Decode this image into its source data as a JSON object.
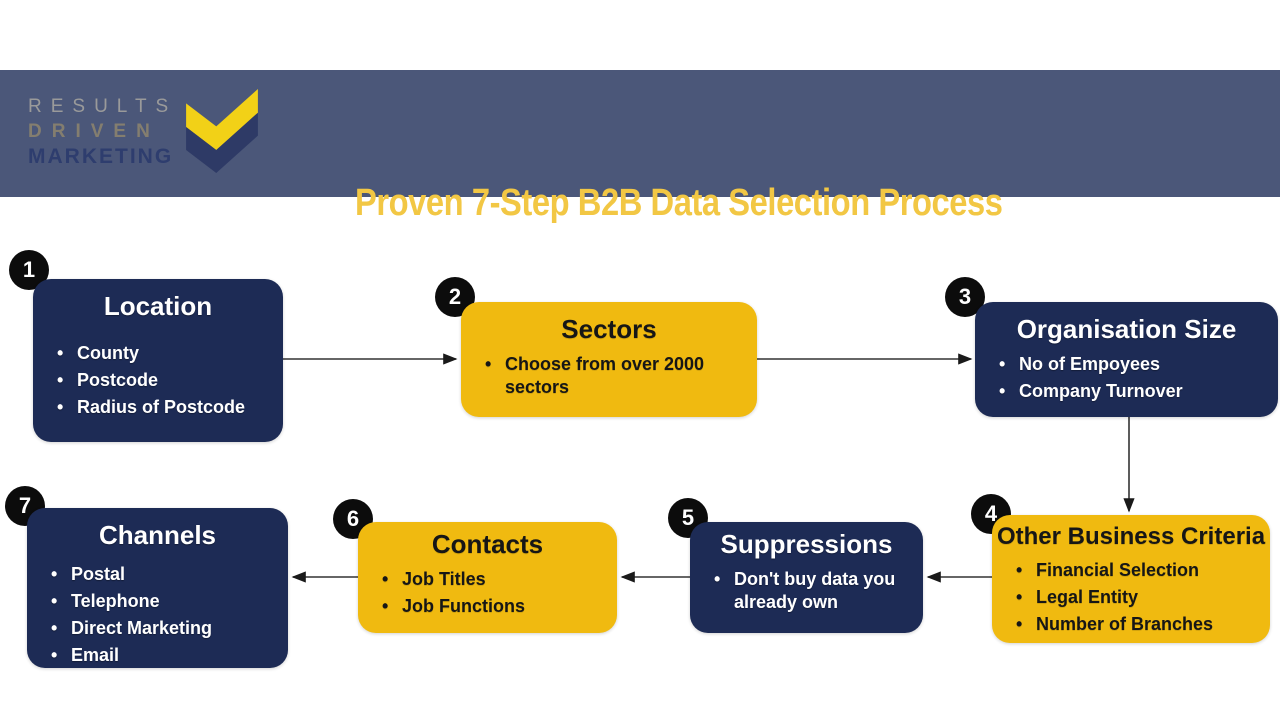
{
  "header": {
    "logo": {
      "line1": "RESULTS",
      "line2": "DRIVEN",
      "line3": "MARKETING",
      "icon": "double-chevron-icon"
    },
    "title": "Proven 7-Step B2B Data Selection Process"
  },
  "steps": [
    {
      "number": "1",
      "title": "Location",
      "bullets": [
        "County",
        "Postcode",
        "Radius of Postcode"
      ]
    },
    {
      "number": "2",
      "title": "Sectors",
      "bullets": [
        "Choose from over 2000 sectors"
      ]
    },
    {
      "number": "3",
      "title": "Organisation Size",
      "bullets": [
        "No of Empoyees",
        "Company Turnover"
      ]
    },
    {
      "number": "4",
      "title": "Other Business Criteria",
      "bullets": [
        "Financial Selection",
        "Legal Entity",
        "Number of Branches"
      ]
    },
    {
      "number": "5",
      "title": "Suppressions",
      "bullets": [
        "Don't buy data you already own"
      ]
    },
    {
      "number": "6",
      "title": "Contacts",
      "bullets": [
        "Job Titles",
        "Job Functions"
      ]
    },
    {
      "number": "7",
      "title": "Channels",
      "bullets": [
        "Postal",
        "Telephone",
        "Direct Marketing",
        "Email"
      ]
    }
  ],
  "colors": {
    "header_bg": "#4b5779",
    "title_yellow": "#f2c744",
    "navy_box": "#1d2b55",
    "yellow_box": "#f0ba10",
    "badge_black": "#0c0c0c",
    "logo_gray": "#9a9a9a",
    "logo_taupe": "#847e6f",
    "logo_navy": "#2e3d6e",
    "logo_yellow": "#f2d117",
    "logo_chevron_navy": "#2e3a66",
    "connector": "#333333"
  }
}
